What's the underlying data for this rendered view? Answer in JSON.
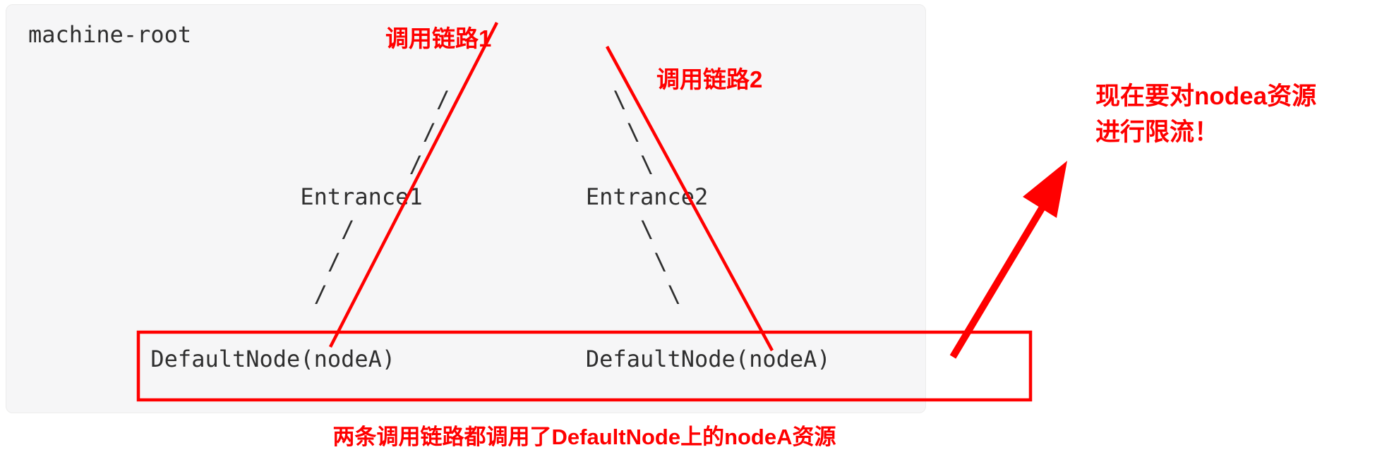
{
  "diagram": {
    "ascii_tree": "machine-root\n\n                              /            \\\n                             /              \\\n                            /                \\\n                    Entrance1            Entrance2\n                       /                     \\\n                      /                       \\\n                     /                         \\\n\n         DefaultNode(nodeA)              DefaultNode(nodeA)",
    "nodes": [
      "machine-root",
      "Entrance1",
      "Entrance2",
      "DefaultNode(nodeA)",
      "DefaultNode(nodeA)"
    ],
    "labels": {
      "chain1": "调用链路1",
      "chain2": "调用链路2",
      "note_right": "现在要对nodea资源\n进行限流！",
      "caption_bottom": "两条调用链路都调用了DefaultNode上的nodeA资源"
    },
    "colors": {
      "annotation_red": "#ff0000",
      "panel_background": "#f6f6f7",
      "tree_text": "#2f2f2f"
    }
  }
}
